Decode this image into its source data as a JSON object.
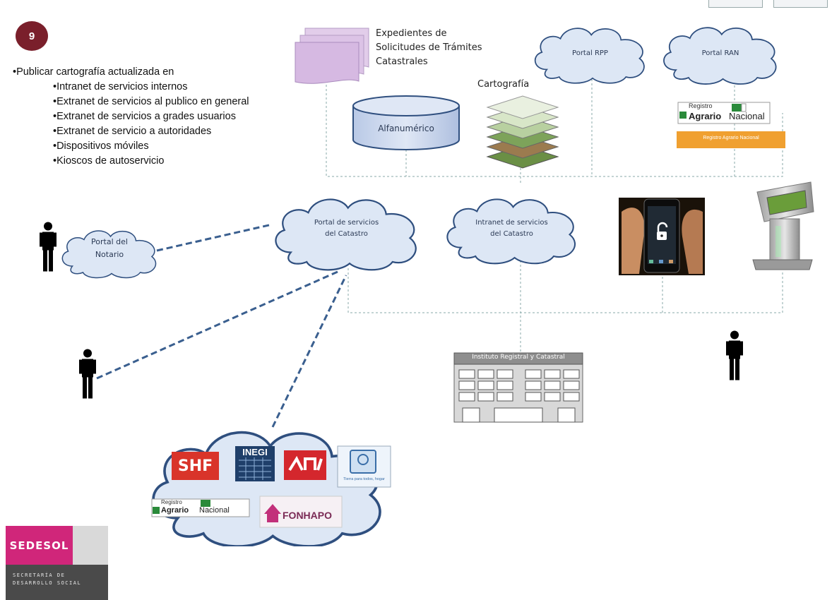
{
  "slide": {
    "badge": "9",
    "intro": "•Publicar cartografía actualizada en",
    "bullets": [
      "•Intranet de servicios internos",
      "•Extranet de servicios al publico en general",
      "•Extranet de servicios a grades usuarios",
      "•Extranet de servicio a autoridades",
      "•Dispositivos móviles",
      "•Kioscos de autoservicio"
    ]
  },
  "diagram": {
    "expedientes_label": [
      "Expedientes de",
      "Solicitudes de Trámites",
      "Catastrales"
    ],
    "cartografia_label": "Cartografía",
    "alfanumerico_label": "Alfanumérico",
    "portal_rpp": "Portal RPP",
    "portal_ran": "Portal RAN",
    "portal_notario": [
      "Portal del",
      "Notario"
    ],
    "portal_servicios": [
      "Portal de servicios",
      "del Catastro"
    ],
    "intranet_servicios": [
      "Intranet de servicios",
      "del Catastro"
    ],
    "instituto": "Instituto Registral y Catastral",
    "ran_logo_top": "Registro",
    "ran_logo_words": [
      "Agrario",
      "Nacional"
    ],
    "ran_bar": "Registro Agrario Nacional",
    "partner_logos": {
      "shf": "SHF",
      "inegi": "INEGI",
      "fovissste_caption": "Tierra para todos, hogar",
      "fonhapo": "FONHAPO"
    }
  },
  "footer": {
    "brand": "SEDESOL",
    "subtitle": [
      "SECRETARÍA DE",
      "DESARROLLO SOCIAL"
    ]
  },
  "colors": {
    "badge": "#7a1f2b",
    "cloud_fill": "#dde7f5",
    "cloud_stroke": "#2f4f7f",
    "connector": "#3a5f8f",
    "cylinder_fill": "#c8d6ee",
    "sedesol": "#d0267a",
    "ran_bar": "#f0a030"
  }
}
